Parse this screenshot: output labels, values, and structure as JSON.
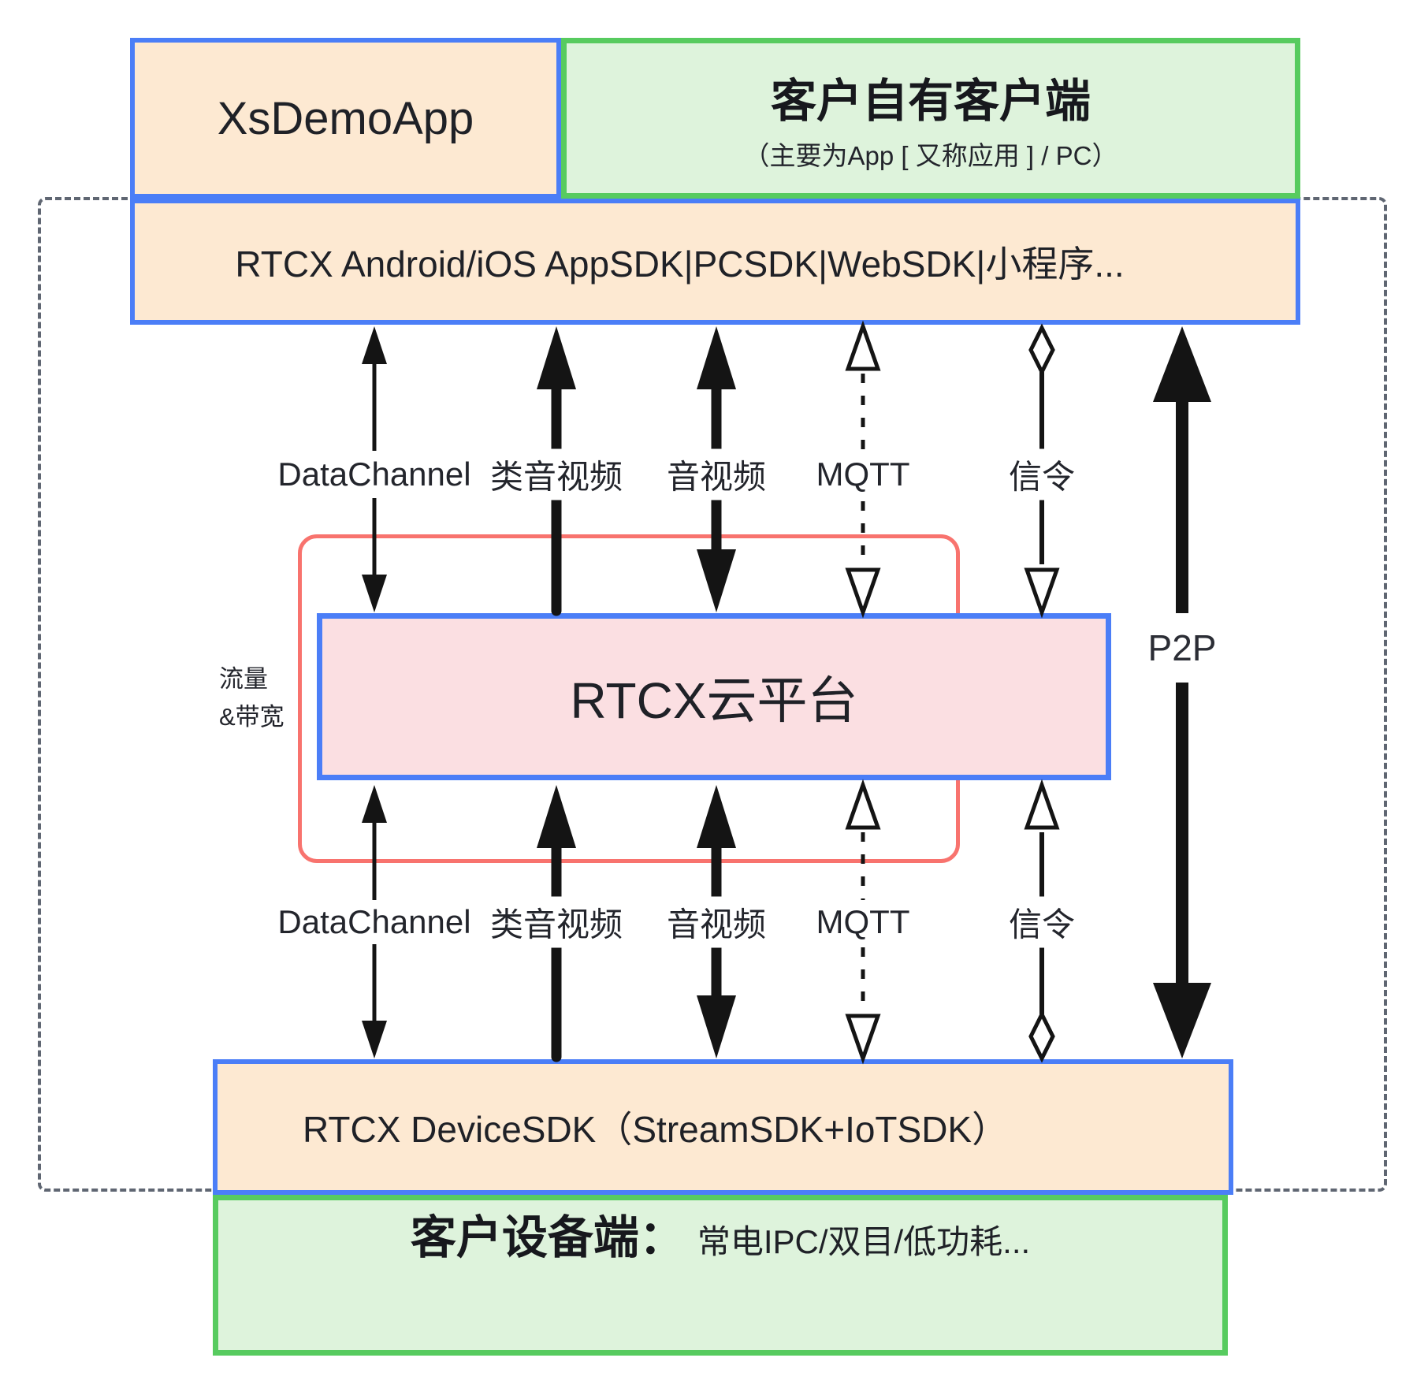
{
  "top": {
    "demo_app": "XsDemoApp",
    "client": {
      "title": "客户自有客户端",
      "subtitle": "（主要为App [ 又称应用 ] / PC）"
    }
  },
  "sdk_top": "RTCX Android/iOS AppSDK|PCSDK|WebSDK|小程序...",
  "cloud": "RTCX云平台",
  "sdk_bottom": "RTCX DeviceSDK（StreamSDK+IoTSDK）",
  "device": {
    "title": "客户设备端：",
    "subtitle": "常电IPC/双目/低功耗..."
  },
  "traffic_note": {
    "line1": "流量",
    "line2": "&带宽"
  },
  "p2p": "P2P",
  "channels_top": [
    {
      "label": "DataChannel",
      "style": "thin-solid-bidirectional"
    },
    {
      "label": "类音视频",
      "style": "thick-solid-up-only"
    },
    {
      "label": "音视频",
      "style": "thick-solid-bidirectional"
    },
    {
      "label": "MQTT",
      "style": "dotted-hollow-bidirectional"
    },
    {
      "label": "信令",
      "style": "diamond-at-app-hollow-arrow-to-cloud"
    }
  ],
  "channels_bottom": [
    {
      "label": "DataChannel",
      "style": "thin-solid-bidirectional"
    },
    {
      "label": "类音视频",
      "style": "thick-solid-up-only"
    },
    {
      "label": "音视频",
      "style": "thick-solid-bidirectional"
    },
    {
      "label": "MQTT",
      "style": "dotted-hollow-bidirectional"
    },
    {
      "label": "信令",
      "style": "hollow-arrow-to-cloud-diamond-at-device"
    }
  ],
  "p2p_style": "heavy-solid-bidirectional",
  "colors": {
    "box_border_blue": "#4b7ef7",
    "box_fill_peach": "#fde9d2",
    "green_border": "#57cb5f",
    "green_fill": "#def3dc",
    "cloud_fill": "#fbdfe2",
    "traffic_outline_red": "#f8736e",
    "boundary_dash_gray": "#5f6672",
    "arrow_black": "#141414"
  }
}
